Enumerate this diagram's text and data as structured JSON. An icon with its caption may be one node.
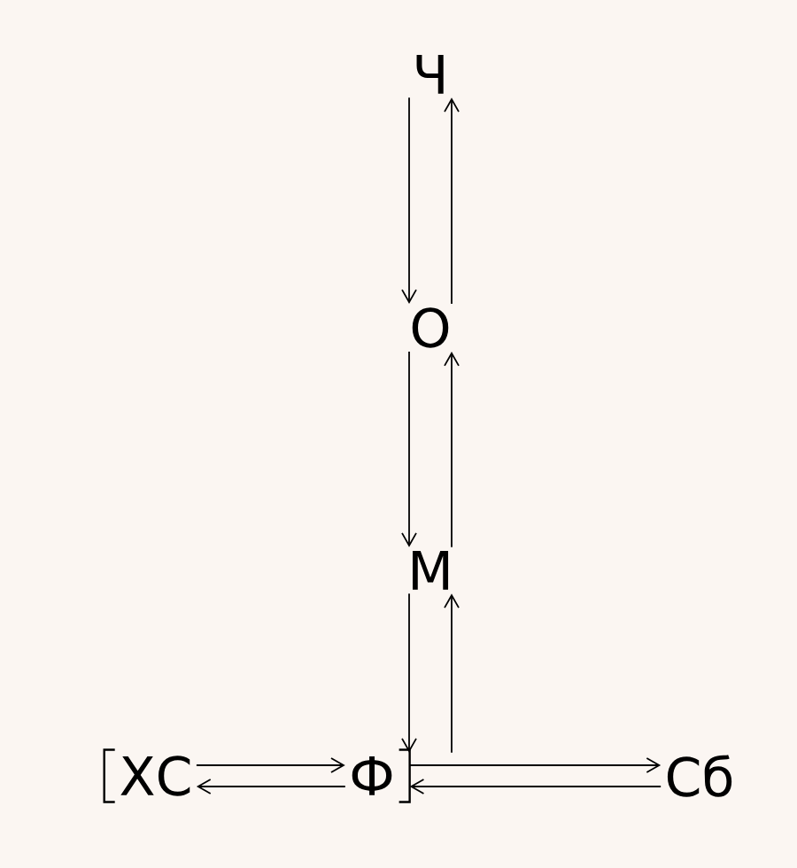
{
  "diagram": {
    "nodes": [
      {
        "text": [
          "Ч"
        ]
      },
      {
        "text": [
          "О"
        ]
      },
      {
        "text": [
          "М"
        ]
      },
      {
        "text": [],
        "shape": "bracket"
      },
      {
        "text": [
          "ХС"
        ],
        "in": 3
      },
      {
        "text": [
          "Ф"
        ],
        "in": 3
      },
      {
        "text": [
          "Сб"
        ]
      }
    ],
    "edges": [
      {
        "from": 0,
        "to": 1,
        "arrow": "to"
      },
      {
        "from": 1,
        "to": 0,
        "arrow": "to"
      },
      {
        "from": 1,
        "to": 2,
        "arrow": "to"
      },
      {
        "from": 2,
        "to": 1,
        "arrow": "to"
      },
      {
        "from": 2,
        "to": 5,
        "arrow": "to"
      },
      {
        "from": 5,
        "to": 2,
        "arrow": "to"
      },
      {
        "from": 4,
        "to": 5,
        "arrow": "to"
      },
      {
        "from": 5,
        "to": 4,
        "arrow": "to"
      },
      {
        "from": 3,
        "to": 6,
        "arrow": "to"
      },
      {
        "from": 6,
        "to": 3,
        "arrow": "to"
      }
    ]
  }
}
